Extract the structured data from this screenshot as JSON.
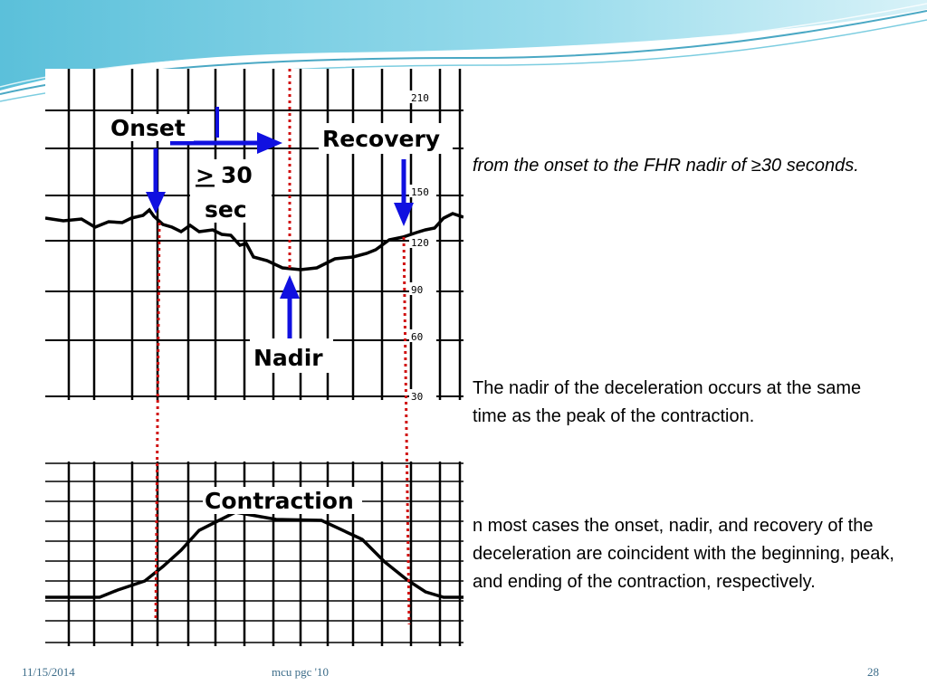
{
  "diagram": {
    "labels": {
      "onset": "Onset",
      "recovery": "Recovery",
      "duration_symbol": ">",
      "duration_value": "30",
      "duration_unit": "sec",
      "nadir": "Nadir",
      "contraction": "Contraction"
    },
    "fhr_axis_ticks": [
      "210",
      "150",
      "120",
      "90",
      "60",
      "30"
    ],
    "colors": {
      "arrow": "#1010e0",
      "dotted_line": "#d01010",
      "grid": "#000000",
      "trace": "#000000",
      "header": "#5bc0da"
    }
  },
  "content": {
    "text_1": "from the onset to the FHR nadir of ≥30 seconds.",
    "text_2": "The nadir of the deceleration occurs at the same time as the peak of the contraction.",
    "text_3": "n most cases the onset, nadir, and recovery of the deceleration are coincident with the beginning, peak, and ending of the contraction, respectively."
  },
  "footer": {
    "date": "11/15/2014",
    "center": "mcu pgc '10",
    "page": "28"
  }
}
